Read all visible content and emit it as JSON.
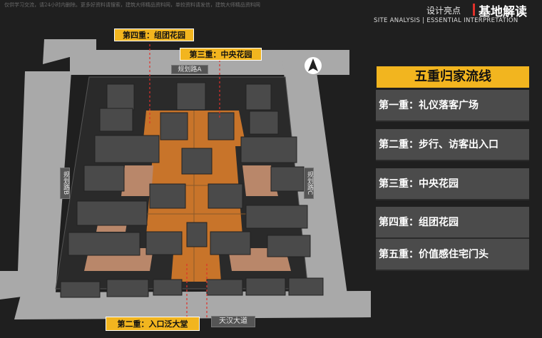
{
  "watermark": "仅供学习交流，请24小时内删除。更多好资料请搜索，建筑大师精品资料网，单较资料请发信，建筑大师精品资料网",
  "header": {
    "cn_small": "设计亮点",
    "cn_main": "基地解读",
    "en_sub": "SITE ANALYSIS | ESSENTIAL INTERPRETATION"
  },
  "panel": {
    "title": "五重归家流线",
    "stages": [
      "第一重：礼仪落客广场",
      "第二重：步行、访客出入口",
      "第三重：中央花园",
      "第四重：组团花园",
      "第五重：价值感住宅门头"
    ]
  },
  "map": {
    "tag_4": "第四重：组团花园",
    "tag_3": "第三重：中央花园",
    "tag_2": "第二重：入口泛大堂",
    "road_a": "规划路A",
    "road_b": "规划路B",
    "road_c": "规划路C",
    "road_main": "天汉大道"
  },
  "colors": {
    "accent": "#f2b51f",
    "red": "#e0302a",
    "stage_bg": "#4b4b4b",
    "road": "#a9a9a9",
    "site_orange": "#c8742a"
  }
}
